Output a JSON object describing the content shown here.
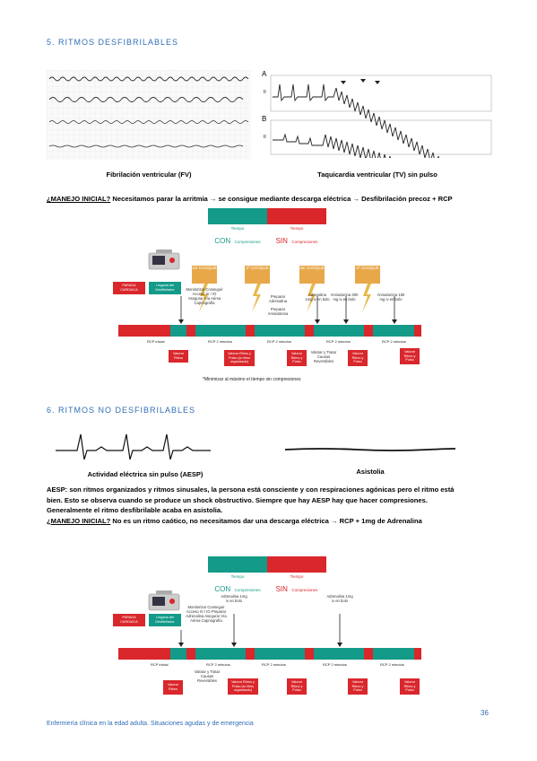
{
  "sec5": {
    "title": "5.  RITMOS DESFIBRILABLES"
  },
  "fig1": {
    "caption_fv": "Fibrilación ventricular (FV)",
    "caption_tv": "Taquicardia ventricular (TV) sin pulso",
    "label_a": "A",
    "label_b": "B",
    "label_ii1": "II",
    "label_ii2": "II"
  },
  "manejo1": {
    "lead": "¿MANEJO INICIAL?",
    "text": " Necesitamos parar la arritmia → se consigue mediante descarga eléctrica →  Desfibrilación precoz + RCP"
  },
  "d1": {
    "tiempo_con": "Tiempo",
    "con": "CON",
    "con_sub": "Compresiones",
    "tiempo_sin": "Tiempo",
    "sin": "SIN",
    "sin_sub": "Compresiones",
    "parada": "PARADA CARDIACA",
    "llegada": "Llegada del Desfibrilador",
    "shock1": "1er CHOQUE",
    "shock2": "2º CHOQUE",
    "shock3": "3er CHOQUE",
    "shock4": "4º CHOQUE",
    "monitorizar": "Monitorizar Conseguir Acceso IV / IO Asegurar Vía Aérea Capnografía",
    "prep1": "Preparar Adrenalina",
    "prep2": "Preparar Amiodarona",
    "adren": "Adrenalina 1mg iv en bolo",
    "amio300": "Amiodarona 300 mg iv en bolo",
    "amio150": "Amiodarona 150 mg iv en bolo",
    "rcp_inicial": "RCP inicial",
    "rcp2a": "RCP 2 minutos",
    "rcp2b": "RCP 2 minutos",
    "rcp2c": "RCP 2 minutos",
    "rcp2d": "RCP 2 minutos",
    "valorar1": "Valorar Ritmo",
    "valorar2": "Valorar Ritmo y Pulso (si ritmo organizado)",
    "valorar3": "Valorar Ritmo y Pulso",
    "valorar4": "Valorar Ritmo y Pulso",
    "valorar5": "Valorar Ritmo y Pulso",
    "tratar": "Valorar y Tratar Causas Reversibles",
    "nota": "*Minimizar al máximo el tiempo sin compresiones"
  },
  "sec6": {
    "title": "6.  RITMOS NO DESFIBRILABLES"
  },
  "fig2": {
    "caption_aesp": "Actividad eléctrica sin pulso (AESP)",
    "caption_asis": "Asistolia"
  },
  "aesp": {
    "text1": "AESP: son ritmos organizados y ritmos sinusales, la persona está consciente y con respiraciones agónicas pero el ritmo está",
    "text2": "bien. Esto se observa cuando se produce un shock obstructivo. Siempre que hay AESP hay que hacer compresiones.",
    "text3": "Generalmente el ritmo desfibrilable acaba en asistolia."
  },
  "manejo2": {
    "lead": "¿MANEJO INICIAL?",
    "text": " No es un ritmo caótico, no necesitamos dar una descarga eléctrica → RCP + 1mg de Adrenalina"
  },
  "d2": {
    "tiempo_con": "Tiempo",
    "con": "CON",
    "con_sub": "Compresiones",
    "tiempo_sin": "Tiempo",
    "sin": "SIN",
    "sin_sub": "Compresiones",
    "parada": "PARADA CARDIACA",
    "llegada": "Llegada del Desfibrilador",
    "monitorizar": "Monitorizar Conseguir Acceso IV / IO Preparar Adrenalina Asegurar Vía Aérea Capnografía",
    "adren1": "Adrenalina 1mg iv en bolo",
    "adren2": "Adrenalina 1mg iv en bolo",
    "rcp_inicial": "RCP inicial",
    "rcp2a": "RCP 2 minutos",
    "rcp2b": "RCP 2 minutos",
    "rcp2c": "RCP 2 minutos",
    "rcp2d": "RCP 2 minutos",
    "tratar": "Valorar y Tratar Causas Reversibles",
    "valorar1": "Valorar Ritmo",
    "valorar2": "Valorar Ritmo y Pulso (si ritmo organizado)",
    "valorar3": "Valorar Ritmo y Pulso",
    "valorar4": "Valorar Ritmo y Pulso",
    "valorar5": "Valorar Ritmo y Pulso"
  },
  "page": {
    "number": "36",
    "footer": "Enfermería clínica en la edad adulta. Situaciones agudas y de emergencia"
  }
}
